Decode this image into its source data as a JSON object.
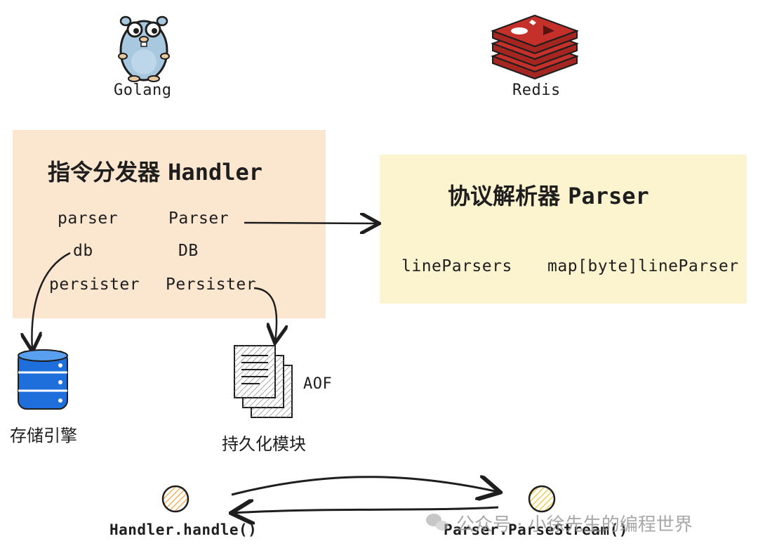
{
  "logos": {
    "golang_label": "Golang",
    "redis_label": "Redis"
  },
  "handler": {
    "title_cn": "指令分发器",
    "title_en": "Handler",
    "fields": [
      {
        "name": "parser",
        "type": "Parser"
      },
      {
        "name": "db",
        "type": "DB"
      },
      {
        "name": "persister",
        "type": "Persister"
      }
    ]
  },
  "parser": {
    "title_cn": "协议解析器",
    "title_en": "Parser",
    "fields": [
      {
        "name": "lineParsers",
        "type": "map[byte]lineParser"
      }
    ]
  },
  "storage": {
    "label": "存储引擎"
  },
  "persistence": {
    "label": "持久化模块",
    "file_label": "AOF"
  },
  "flow": {
    "left_fn": "Handler.handle()",
    "right_fn": "Parser.ParseStream()"
  },
  "watermark": "公众号 · 小徐先生的编程世界",
  "colors": {
    "handler_bg": "#fbe6cf",
    "parser_bg": "#fcf3cf",
    "redis_red": "#c6302b",
    "db_blue": "#1e6fdc",
    "gopher_blue": "#a8c8e0",
    "node_orange": "#f7a23b"
  }
}
